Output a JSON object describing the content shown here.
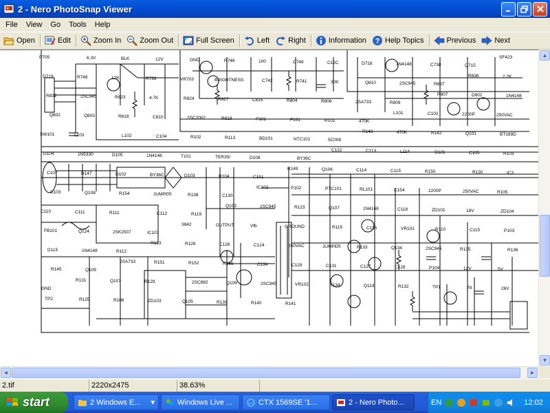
{
  "window": {
    "title": "2 - Nero PhotoSnap Viewer"
  },
  "menu": [
    "File",
    "View",
    "Go",
    "Tools",
    "Help"
  ],
  "toolbar": {
    "open": "Open",
    "edit": "Edit",
    "zoom_in": "Zoom In",
    "zoom_out": "Zoom Out",
    "full_screen": "Full Screen",
    "left": "Left",
    "right": "Right",
    "information": "Information",
    "help_topics": "Help Topics",
    "previous": "Previous",
    "next": "Next"
  },
  "status": {
    "filename": "2.tif",
    "dimensions": "2220x2475",
    "zoom": "38.63%"
  },
  "taskbar": {
    "start": "start",
    "tasks": [
      "2 Windows E...",
      "Windows Live ...",
      "CTX 1569SE '1...",
      "2 - Nero Photo..."
    ],
    "language": "EN",
    "clock": "12:02"
  },
  "schematic": {
    "labels": [
      "P705",
      "6.3V",
      "BLK",
      "12V",
      "GND",
      "R748",
      "100",
      "C749",
      "C12C",
      "D718",
      "1N4148",
      "C738",
      "Q715",
      "SF423",
      "D719",
      "R746",
      "12K",
      "R736",
      "VR703",
      "BRIGHTNESS",
      "C742",
      "R741",
      "30K",
      "Q810",
      "2SC945",
      "R837",
      "R836",
      "2.2K",
      "R832",
      "2SC945",
      "R823",
      "4.7K",
      "R824",
      "R827",
      "C815",
      "R804",
      "R806",
      "2SA733",
      "R809",
      "R807",
      "D802",
      "1N4148",
      "Q802",
      "Q803",
      "R818",
      "C810",
      "2SC2002",
      "R819",
      "P101",
      "F101",
      "R101",
      "470K",
      "L101",
      "C102",
      "2200P",
      "250VAC",
      "SW101",
      "L103",
      "L102",
      "C104",
      "R102",
      "R113",
      "BD101",
      "NTC101",
      "5C008",
      "R143",
      "470K",
      "R142",
      "Q101",
      "BT169D",
      "D104",
      "1N5330",
      "D105",
      "1N4148",
      "T101",
      "TER35/",
      "D108",
      "BY36C",
      "C122",
      "C113",
      "L114",
      "C121",
      "C105",
      "R103",
      "C107",
      "R147",
      "D102",
      "BY36C",
      "D103",
      "R104",
      "C151",
      "R149",
      "Q106",
      "C114",
      "C115",
      "R150",
      "R130",
      "IC3",
      "C103",
      "Q108",
      "R154",
      "JUMPER",
      "R138",
      "C130",
      "IC102",
      "P102",
      "PTC101",
      "RL101",
      "C154",
      "2200P",
      "250VAC",
      "R105",
      "C110",
      "C111",
      "R111",
      "C112",
      "R119",
      "Q103",
      "2SC945",
      "R123",
      "Q107",
      "1N4148",
      "C118",
      "ZD101",
      "18V",
      "ZD104",
      "FB101",
      "Q124",
      "2SK2507",
      "IC101",
      "3842",
      "OUTPUT",
      "Vfb",
      "GROUND",
      "R115",
      "C116",
      "VR101",
      "R110",
      "C115",
      "P103",
      "D115",
      "1N4148",
      "R112",
      "R123",
      "R126",
      "C126",
      "C124",
      "250VAC",
      "JUMPER",
      "R133",
      "Q134",
      "2SC945",
      "R135",
      "R136",
      "R145",
      "Q109",
      "2SA733",
      "R151",
      "R152",
      "R146",
      "C134",
      "C129",
      "C131",
      "C127",
      "C128",
      "P104",
      "12V",
      "5V",
      "GND",
      "R131",
      "Q107",
      "R129",
      "2SC882",
      "Q109",
      "2SC945",
      "VR102",
      "R134",
      "Q113",
      "R132",
      "TP1",
      "78",
      "26V",
      "TP2",
      "R125",
      "R106",
      "ZD103",
      "Q105",
      "R139",
      "R140",
      "R141"
    ]
  }
}
